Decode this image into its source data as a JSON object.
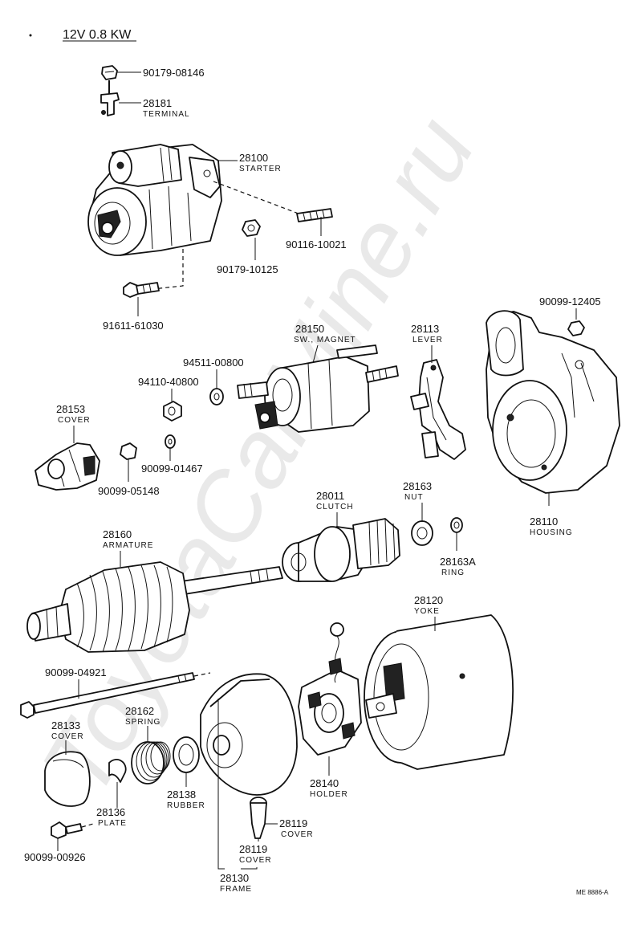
{
  "title": "12V 0.8 KW",
  "watermark": "ToyotaCarMine.ru",
  "footer_code": "ME 8886-A",
  "parts": [
    {
      "id": "p1",
      "number": "90179-08146",
      "name": ""
    },
    {
      "id": "p2",
      "number": "28181",
      "name": "TERMINAL"
    },
    {
      "id": "p3",
      "number": "28100",
      "name": "STARTER"
    },
    {
      "id": "p4",
      "number": "90116-10021",
      "name": ""
    },
    {
      "id": "p5",
      "number": "90179-10125",
      "name": ""
    },
    {
      "id": "p6",
      "number": "91611-61030",
      "name": ""
    },
    {
      "id": "p7",
      "number": "90099-12405",
      "name": ""
    },
    {
      "id": "p8",
      "number": "28150",
      "name": "SW., MAGNET"
    },
    {
      "id": "p9",
      "number": "28113",
      "name": "LEVER"
    },
    {
      "id": "p10",
      "number": "94511-00800",
      "name": ""
    },
    {
      "id": "p11",
      "number": "94110-40800",
      "name": ""
    },
    {
      "id": "p12",
      "number": "28153",
      "name": "COVER"
    },
    {
      "id": "p13",
      "number": "90099-01467",
      "name": ""
    },
    {
      "id": "p14",
      "number": "90099-05148",
      "name": ""
    },
    {
      "id": "p15",
      "number": "28011",
      "name": "CLUTCH"
    },
    {
      "id": "p16",
      "number": "28163",
      "name": "NUT"
    },
    {
      "id": "p17",
      "number": "28163A",
      "name": "RING"
    },
    {
      "id": "p18",
      "number": "28110",
      "name": "HOUSING"
    },
    {
      "id": "p19",
      "number": "28160",
      "name": "ARMATURE"
    },
    {
      "id": "p20",
      "number": "28120",
      "name": "YOKE"
    },
    {
      "id": "p21",
      "number": "90099-04921",
      "name": ""
    },
    {
      "id": "p22",
      "number": "28162",
      "name": "SPRING"
    },
    {
      "id": "p23",
      "number": "28133",
      "name": "COVER"
    },
    {
      "id": "p24",
      "number": "28138",
      "name": "RUBBER"
    },
    {
      "id": "p25",
      "number": "28136",
      "name": "PLATE"
    },
    {
      "id": "p26",
      "number": "28140",
      "name": "HOLDER"
    },
    {
      "id": "p27",
      "number": "28119",
      "name": "COVER"
    },
    {
      "id": "p28",
      "number": "28119",
      "name": "COVER"
    },
    {
      "id": "p29",
      "number": "90099-00926",
      "name": ""
    },
    {
      "id": "p30",
      "number": "28130",
      "name": "FRAME"
    }
  ]
}
